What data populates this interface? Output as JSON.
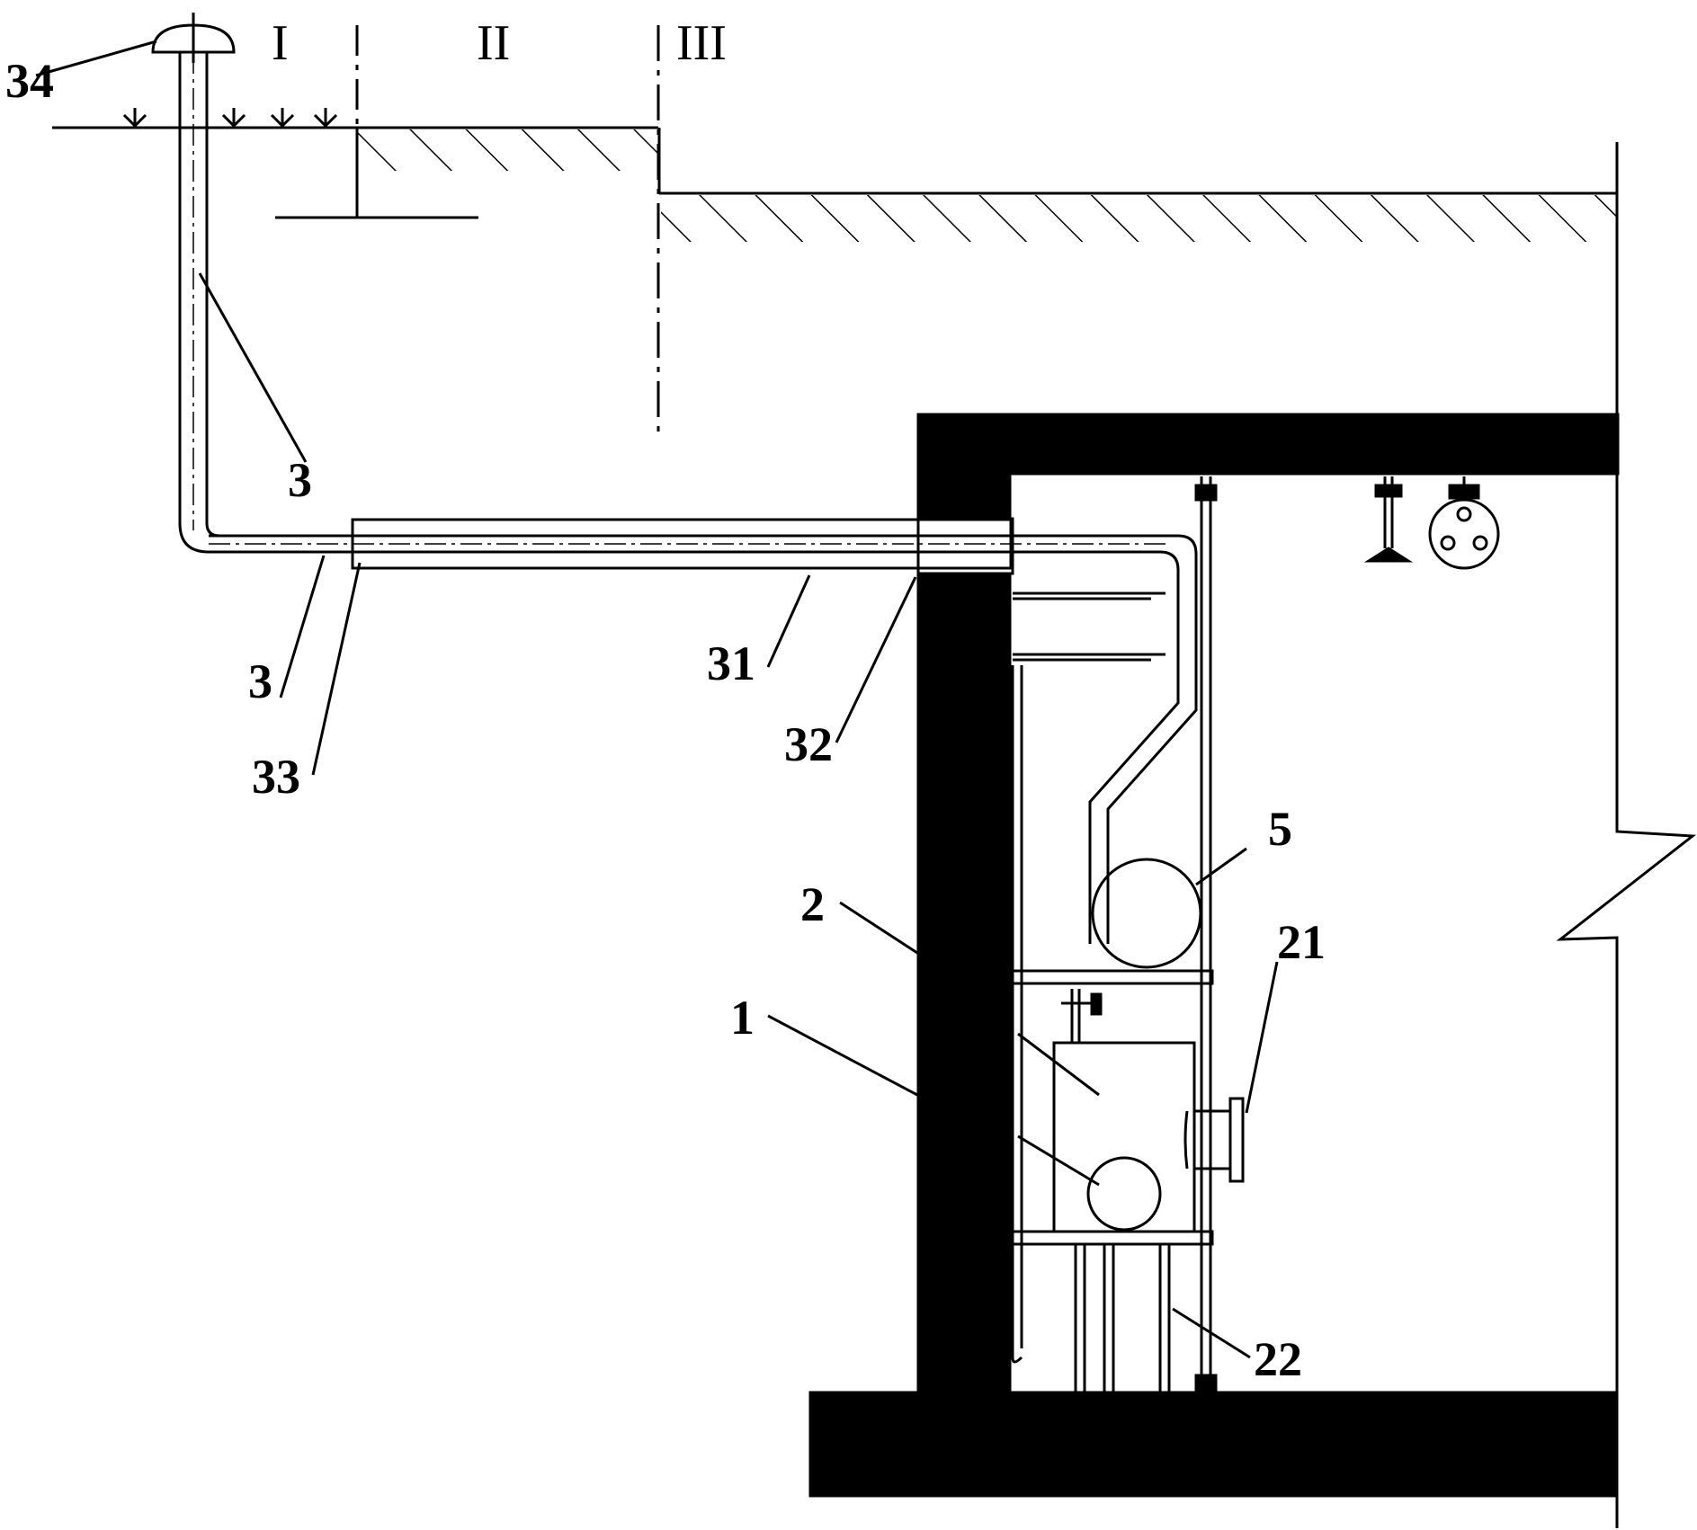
{
  "zones": {
    "zone_1": "I",
    "zone_2": "II",
    "zone_3": "III"
  },
  "labels": {
    "vent_cap": "34",
    "vertical_pipe": "3",
    "horizontal_pipe": "3",
    "sleeve_end": "33",
    "casing_pipe": "31",
    "wall_sleeve": "32",
    "part_2": "2",
    "part_1": "1",
    "part_5": "5",
    "part_21": "21",
    "part_22": "22"
  },
  "colors": {
    "line": "#000000",
    "background": "#ffffff"
  }
}
